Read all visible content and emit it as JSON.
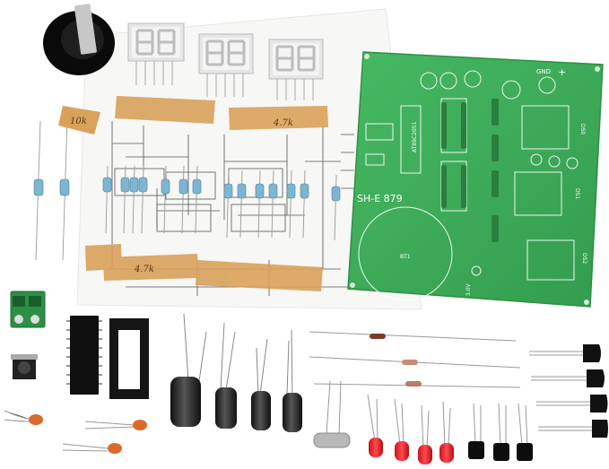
{
  "pcb": {
    "model_label": "SH-E 879",
    "chip_label": "AT89C2051",
    "gnd_label": "GND",
    "plus_label": "+",
    "bt1_label": "BT1",
    "volt_label": "3.0V",
    "side_label_1": "DS0",
    "side_label_2": "DS1",
    "side_label_3": "DS2",
    "colors": {
      "board": "#3fae5a",
      "board_edge": "#2f8f45",
      "silk": "#ffffff"
    }
  },
  "paper": {
    "note_1": "10k",
    "note_2": "4.7k",
    "note_3": "4.7k"
  },
  "components": {
    "displays": 3,
    "electrolytic_capacitors": 4,
    "red_leds": 4,
    "transistors": 4,
    "diodes": 3,
    "ceramic_capacitors": 3
  }
}
